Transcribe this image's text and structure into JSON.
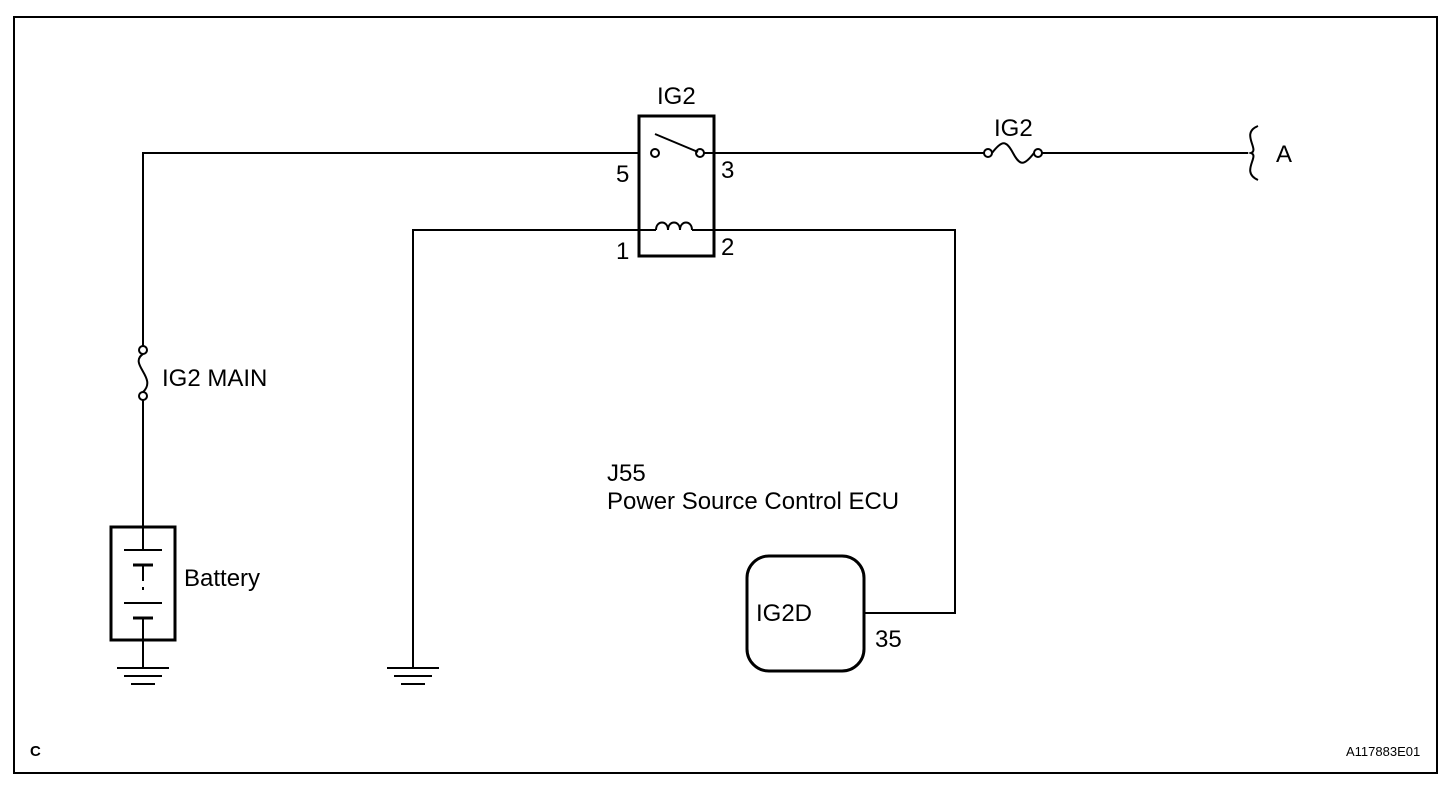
{
  "diagram": {
    "relay": {
      "name": "IG2",
      "pins": {
        "p5": "5",
        "p3": "3",
        "p1": "1",
        "p2": "2"
      }
    },
    "fuse_ig2": "IG2",
    "fuse_main": "IG2 MAIN",
    "connector_a": "A",
    "battery": "Battery",
    "ecu": {
      "code": "J55",
      "name": "Power Source Control ECU",
      "terminal_label": "IG2D",
      "pin": "35"
    },
    "corner_code": "C",
    "figure_id": "A117883E01"
  }
}
